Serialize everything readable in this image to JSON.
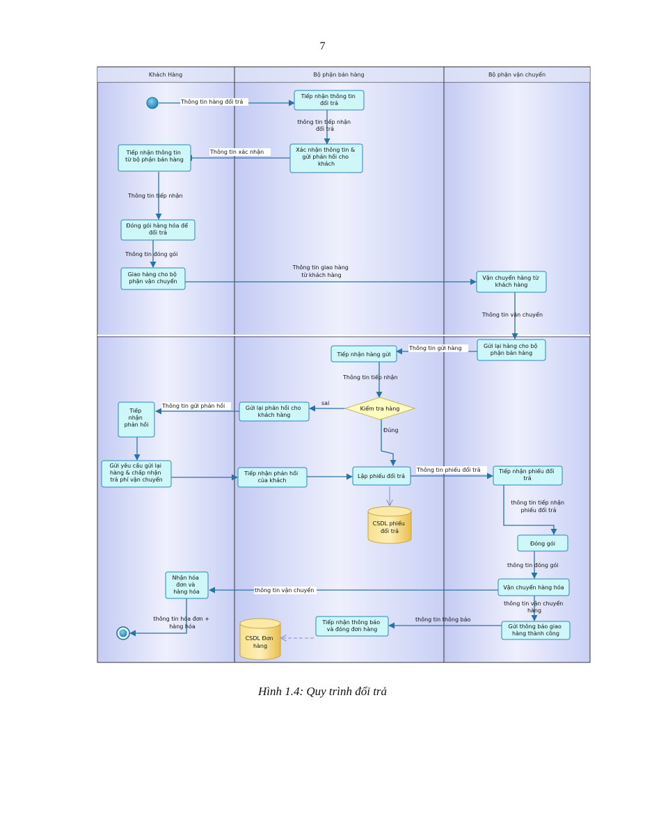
{
  "page_number": "7",
  "caption": "Hình 1.4: Quy trình đổi trả",
  "lanes": {
    "customer": "Khách Hàng",
    "sales": "Bộ phận bán hàng",
    "shipping": "Bộ phận vận chuyển"
  },
  "nodes": {
    "receive_return_info": [
      "Tiếp nhận thông tin",
      "đổi trả"
    ],
    "confirm_info": [
      "Xác nhận thông tin &",
      "gửi phản hồi cho",
      "khách"
    ],
    "receive_from_sales": [
      "Tiếp nhận thông tin",
      "từ bộ phận bán hàng"
    ],
    "pack_goods": [
      "Đóng gói hàng hóa để",
      "đổi trả"
    ],
    "deliver_to_shipping": [
      "Giao hàng cho bộ",
      "phận vận chuyển"
    ],
    "ship_from_customer": [
      "Vận chuyển hàng từ",
      "khách hàng"
    ],
    "send_back_to_sales": [
      "Gửi lại hàng cho bộ",
      "phận bán hàng"
    ],
    "receive_sent_goods": [
      "Tiếp nhận hàng gửi"
    ],
    "check_goods": [
      "Kiểm tra hàng"
    ],
    "send_feedback": [
      "Gửi lại phản hồi cho",
      "khách hàng"
    ],
    "receive_feedback": [
      "Tiếp",
      "nhận",
      "phản hồi"
    ],
    "request_resend": [
      "Gửi yêu cầu gửi lại",
      "hàng & chấp nhận",
      "trả phí vận chuyển"
    ],
    "receive_customer_feedback": [
      "Tiếp nhận phản hồi",
      "của khách"
    ],
    "create_return_slip": [
      "Lập phiếu đổi trả"
    ],
    "receive_return_slip": [
      "Tiếp nhận phiếu đổi",
      "trả"
    ],
    "pack": [
      "Đóng gói"
    ],
    "ship_goods": [
      "Vận chuyển hàng hóa"
    ],
    "send_success_notice": [
      "Gửi thông báo giao",
      "hàng thành công"
    ],
    "receive_invoice": [
      "Nhận hóa",
      "đơn và",
      "hàng hóa"
    ],
    "receive_notice_close": [
      "Tiếp nhận thông báo",
      "và đóng đơn hàng"
    ]
  },
  "datastores": {
    "return_slip_db": [
      "CSDL phiếu",
      "đổi trả"
    ],
    "order_db": [
      "CSDL Đơn",
      "hàng"
    ]
  },
  "flows": {
    "return_info": [
      "Thông tin hàng đổi trả"
    ],
    "received_info_1": [
      "thông tin tiếp nhận",
      "đổi trả"
    ],
    "confirm_info": [
      "Thông tin xác nhận"
    ],
    "received_info_2": [
      "Thông tin tiếp nhận"
    ],
    "packing_info": [
      "Thông tin đóng gói"
    ],
    "delivery_from_customer": [
      "Thông tin giao hàng",
      "từ khách hàng"
    ],
    "shipping_info_1": [
      "Thông tin vận chuyển"
    ],
    "sent_goods_info": [
      "Thông tin gửi hàng"
    ],
    "received_info_3": [
      "Thông tin tiếp nhận"
    ],
    "wrong": [
      "sai"
    ],
    "feedback_info": [
      "Thông tin gửi phản hồi"
    ],
    "correct": [
      "Đúng"
    ],
    "return_slip_info": [
      "Thông tin phiếu đổi trả"
    ],
    "received_return_slip_info": [
      "thông tin tiếp nhận",
      "phiếu đổi trả"
    ],
    "packing_info_2": [
      "thông tin đóng gói"
    ],
    "shipping_info_2": [
      "thông tin vận chuyển"
    ],
    "shipping_info_3": [
      "thông tin vận chuyển",
      "hàng"
    ],
    "notice_info": [
      "thông tin thông báo"
    ],
    "invoice_info": [
      "thông tin hóa đơn +",
      "hàng hóa"
    ]
  },
  "colors": {
    "lane_background": "#dfe4fb",
    "node_fill": "#cdf7f8",
    "node_stroke": "#2a86b8",
    "flow": "#2673a6",
    "decision_fill": "#fdfbc0",
    "datastore_fill": "#f5d267"
  }
}
